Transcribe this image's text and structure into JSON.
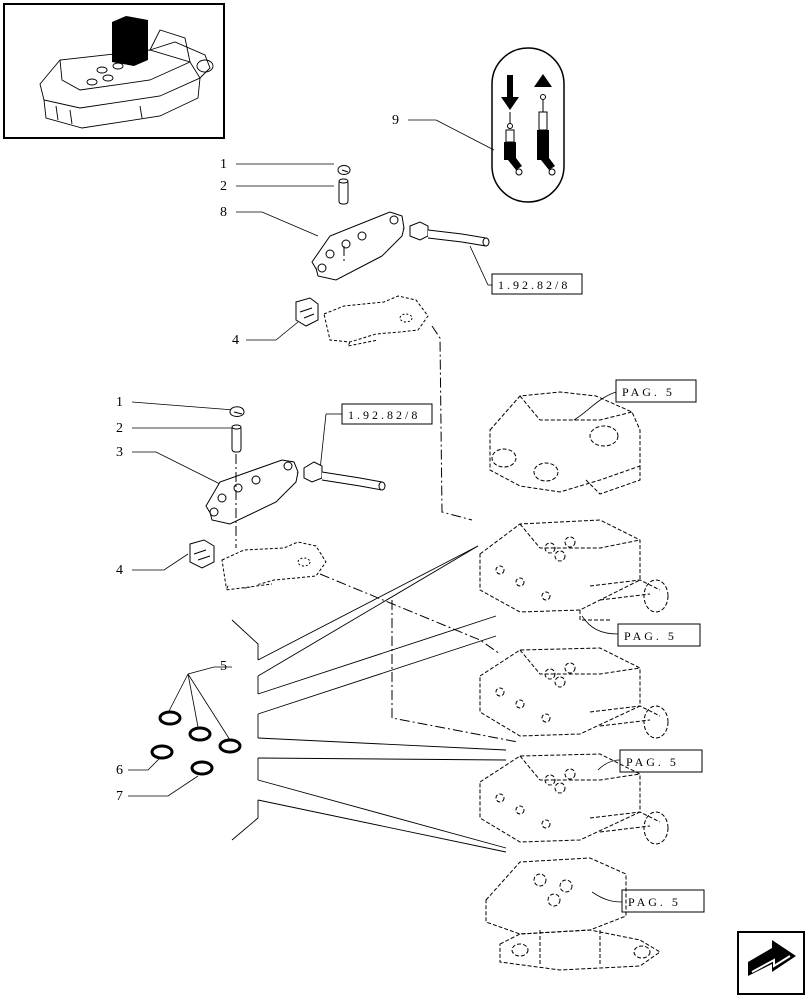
{
  "callouts": {
    "c1a": "1",
    "c2a": "2",
    "c8": "8",
    "c4a": "4",
    "c1b": "1",
    "c2b": "2",
    "c3": "3",
    "c4b": "4",
    "c5": "5",
    "c6": "6",
    "c7": "7",
    "c9": "9"
  },
  "refs": {
    "ref_top": "1.92.82/8",
    "ref_mid": "1.92.82/8",
    "pag_1": "PAG. 5",
    "pag_2": "PAG. 5",
    "pag_3": "PAG. 5",
    "pag_4": "PAG. 5"
  },
  "icons": {
    "thumbnail": "hydraulic-lift-thumbnail-icon",
    "symbol": "lower-raise-cylinder-icon",
    "nav": "next-page-arrow-icon"
  },
  "colors": {
    "ink": "#000000",
    "background": "#ffffff"
  }
}
